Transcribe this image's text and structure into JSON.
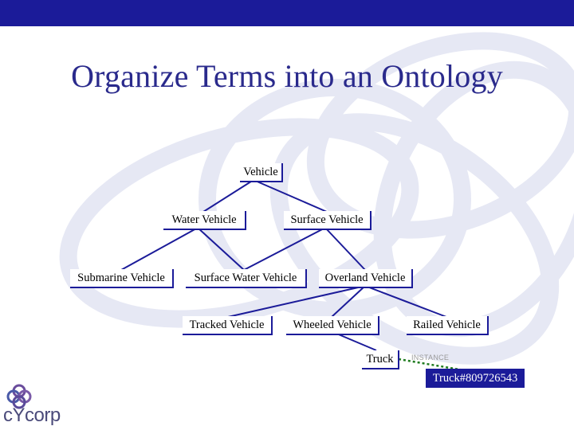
{
  "title": "Organize Terms into an Ontology",
  "nodes": {
    "vehicle": "Vehicle",
    "water_vehicle": "Water Vehicle",
    "surface_vehicle": "Surface Vehicle",
    "submarine_vehicle": "Submarine Vehicle",
    "surface_water_vehicle": "Surface Water Vehicle",
    "overland_vehicle": "Overland Vehicle",
    "tracked_vehicle": "Tracked Vehicle",
    "wheeled_vehicle": "Wheeled Vehicle",
    "railed_vehicle": "Railed Vehicle",
    "truck": "Truck",
    "truck_instance": "Truck#809726543"
  },
  "instance_label": "INSTANCE",
  "logo": {
    "text": "cYcorp"
  },
  "colors": {
    "bar": "#1b1b99",
    "title": "#2a2a8c",
    "instance_link": "#1e7a1e"
  }
}
